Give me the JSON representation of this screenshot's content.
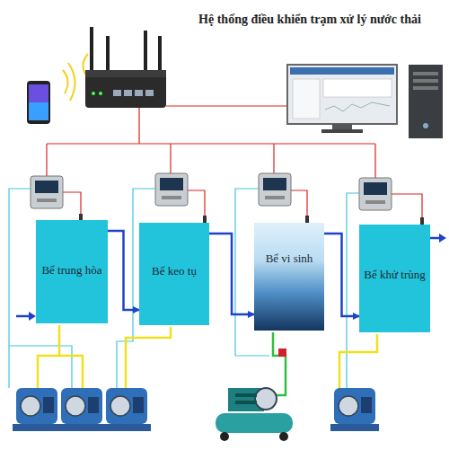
{
  "diagram": {
    "title": "Hệ thống điều khiển trạm xử lý nước thải",
    "nodes": [
      {
        "text": [
          "Bể trung hòa"
        ]
      },
      {
        "text": [
          "Bể keo tụ"
        ]
      },
      {
        "text": [
          "Bể vi sinh"
        ]
      },
      {
        "text": [
          "Bể khử trùng"
        ]
      }
    ],
    "edges": [
      {
        "from": 0,
        "to": 1,
        "arrow": "to"
      },
      {
        "from": 1,
        "to": 2,
        "arrow": "to"
      },
      {
        "from": 2,
        "to": 3,
        "arrow": "to"
      }
    ]
  }
}
